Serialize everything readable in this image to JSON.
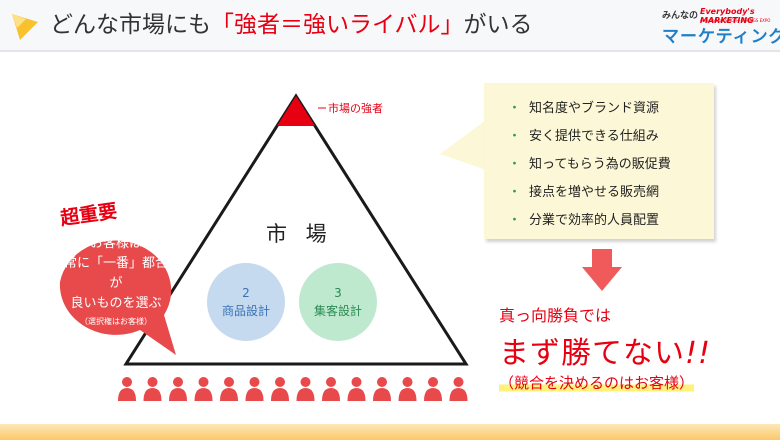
{
  "header": {
    "title_prefix": "どんな市場にも",
    "title_highlight": "「強者＝強いライバル」",
    "title_suffix": "がいる",
    "brand_small1": "みんなの",
    "brand_small2": "Everybody's MARKETING",
    "brand_small3": "powered by SMOTH-STRINGS EXPO",
    "brand_large": "マーケティング"
  },
  "triangle": {
    "strong_label": "市場の強者",
    "market_label": "市 場"
  },
  "circles": [
    {
      "number": "2",
      "label": "商品設計"
    },
    {
      "number": "3",
      "label": "集客設計"
    }
  ],
  "bubble": {
    "important": "超重要",
    "line1": "お客様は",
    "line2": "常に「一番」都合が",
    "line3": "良いものを選ぶ",
    "note": "（選択権はお客様）"
  },
  "callout": {
    "items": [
      "知名度やブランド資源",
      "安く提供できる仕組み",
      "知ってもらう為の販促費",
      "接点を増やせる販売網",
      "分業で効率的人員配置"
    ]
  },
  "result": {
    "line1": "真っ向勝負では",
    "line2": "まず勝てない",
    "line2_bang": "!!",
    "line3": "（競合を決めるのはお客様）"
  },
  "colors": {
    "accent_red": "#e60012",
    "brand_blue": "#1f7fc8",
    "bullet_green": "#2e9a44",
    "callout_bg": "#fcf8d7",
    "highlight_yellow": "#fff27a",
    "circle_blue": "#c5d9ef",
    "circle_green": "#bfe9cf",
    "footer_orange": "#fbc86a"
  },
  "audience": {
    "icon": "person-icon",
    "count": 14
  }
}
